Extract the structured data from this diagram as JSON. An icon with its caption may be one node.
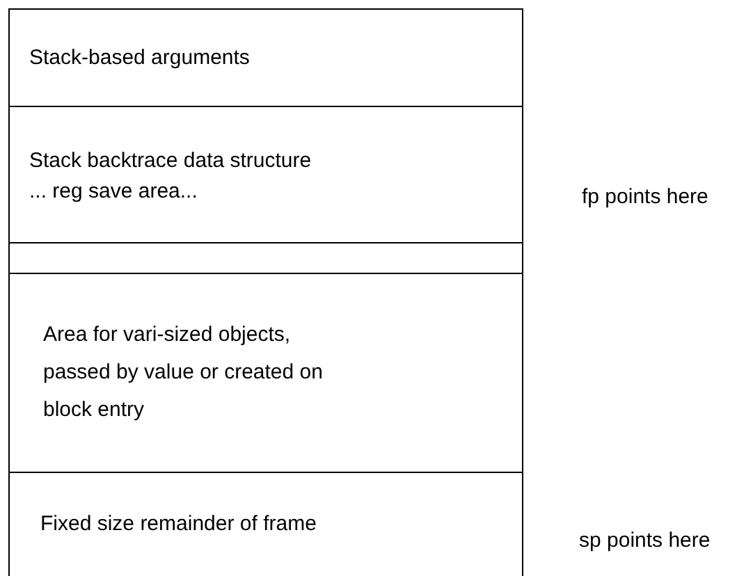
{
  "diagram": {
    "nodes": [
      {
        "text": [
          "Stack-based arguments"
        ]
      },
      {
        "text": [
          "Stack backtrace data structure",
          "... reg save area..."
        ]
      },
      {
        "text": [],
        "shape": "box"
      },
      {
        "text": [
          "Area for vari-sized objects, passed by value or created on block entry"
        ]
      },
      {
        "text": [
          "Fixed size remainder of frame"
        ]
      }
    ],
    "labels": [
      "fp points here",
      "sp points here"
    ]
  }
}
